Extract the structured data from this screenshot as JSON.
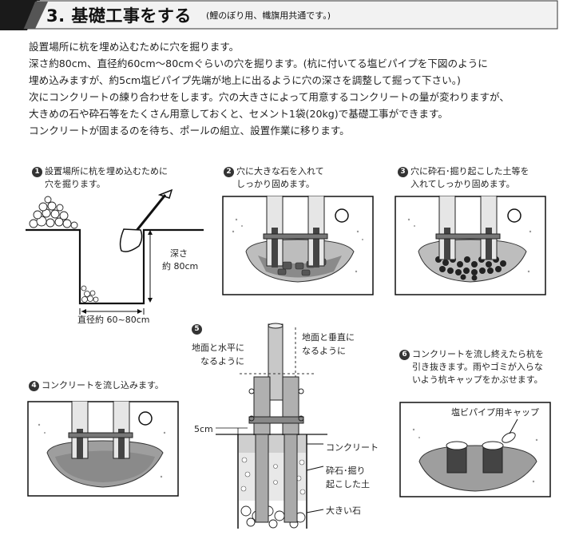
{
  "header": {
    "title": "3. 基礎工事をする",
    "subtitle": "(鯉のぼり用、幟旗用共通です。)"
  },
  "intro": [
    "設置場所に杭を埋め込むために穴を掘ります。",
    "深さ約80cm、直径約60cm～80cmぐらいの穴を掘ります。(杭に付いてる塩ビパイプを下図のように",
    "埋め込みますが、約5cm塩ビパイプ先端が地上に出るように穴の深さを調整して掘って下さい。)",
    "次にコンクリートの練り合わせをします。穴の大きさによって用意するコンクリートの量が変わりますが、",
    "大きめの石や砕石等をたくさん用意しておくと、セメント1袋(20kg)で基礎工事ができます。",
    "コンクリートが固まるのを待ち、ポールの組立、設置作業に移ります。"
  ],
  "steps": {
    "s1": {
      "num": "1",
      "line1": "設置場所に杭を埋め込むために",
      "line2": "穴を掘ります。"
    },
    "s2": {
      "num": "2",
      "line1": "穴に大きな石を入れて",
      "line2": "しっかり固めます。"
    },
    "s3": {
      "num": "3",
      "line1": "穴に砕石･掘り起こした土等を",
      "line2": "入れてしっかり固めます。"
    },
    "s4": {
      "num": "4",
      "line1": "コンクリートを流し込みます。"
    },
    "s5": {
      "num": "5"
    },
    "s6": {
      "num": "6",
      "line1": "コンクリートを流し終えたら杭を",
      "line2": "引き抜きます。雨やゴミが入らな",
      "line3": "いよう杭キャップをかぶせます。"
    }
  },
  "labels": {
    "depth_1": "深さ",
    "depth_2": "約 80cm",
    "diameter": "直径約 60~80cm",
    "horizontal_1": "地面と水平に",
    "horizontal_2": "なるように",
    "vertical_1": "地面と垂直に",
    "vertical_2": "なるように",
    "five_cm": "5cm",
    "concrete": "コンクリート",
    "gravel_1": "砕石･掘り",
    "gravel_2": "起こした土",
    "big_stone": "大きい石",
    "cap": "塩ビパイプ用キャップ"
  }
}
